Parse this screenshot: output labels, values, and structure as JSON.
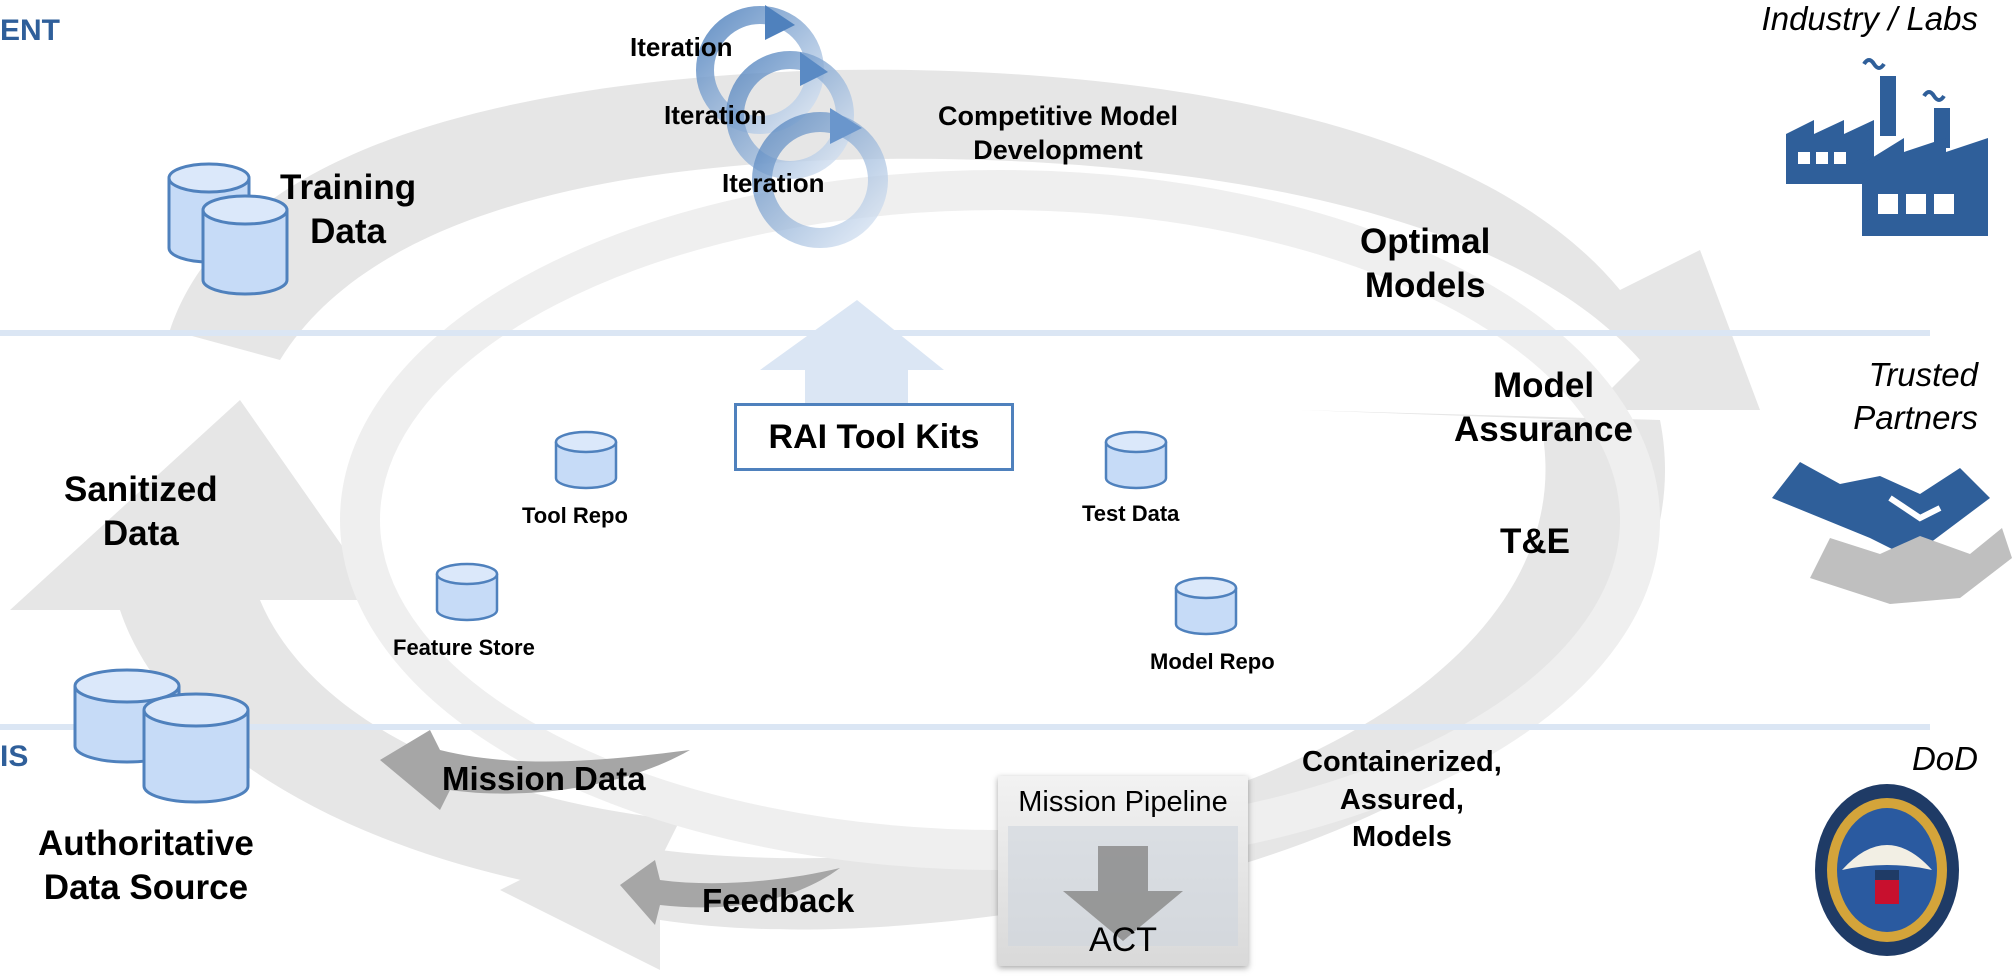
{
  "zones": {
    "top_partial": "ENT",
    "bottom_partial": "IS"
  },
  "iterations": [
    "Iteration",
    "Iteration",
    "Iteration"
  ],
  "labels": {
    "competitive": [
      "Competitive Model",
      "Development"
    ],
    "training": [
      "Training",
      "Data"
    ],
    "optimal": [
      "Optimal",
      "Models"
    ],
    "assurance": [
      "Model",
      "Assurance"
    ],
    "te": "T&E",
    "sanitized": [
      "Sanitized",
      "Data"
    ],
    "containerized": [
      "Containerized,",
      "Assured,",
      "Models"
    ],
    "authoritative": [
      "Authoritative",
      "Data Source"
    ],
    "mission_data": "Mission Data",
    "feedback": "Feedback"
  },
  "repos": {
    "tool_repo": "Tool Repo",
    "test_data": "Test Data",
    "feature_store": "Feature Store",
    "model_repo": "Model Repo"
  },
  "rai_tool_kits": "RAI Tool Kits",
  "pipeline": {
    "title": "Mission Pipeline",
    "action": "ACT"
  },
  "partners": {
    "industry": "Industry / Labs",
    "trusted": [
      "Trusted",
      "Partners"
    ],
    "dod": "DoD"
  },
  "colors": {
    "accent": "#2f5f9a",
    "db_fill": "#c6dbf7",
    "db_stroke": "#4f81bd",
    "cycle_gray": "#e6e6e6",
    "divider": "#dbe6f4"
  },
  "icons": [
    "factory-icon",
    "handshake-icon",
    "dod-seal-icon",
    "iteration-cycle-icon",
    "database-icon"
  ]
}
